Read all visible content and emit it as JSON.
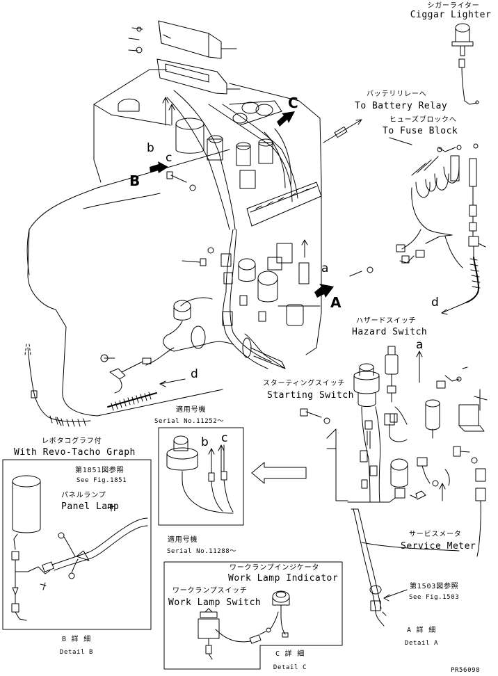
{
  "labels": {
    "cigar_lighter_jp": "シガーライター",
    "cigar_lighter_en": "Ciggar Lighter",
    "battery_relay_jp": "バッテリリレーへ",
    "battery_relay_en": "To Battery Relay",
    "fuse_block_jp": "ヒューズブロックへ",
    "fuse_block_en": "To Fuse Block",
    "hazard_switch_jp": "ハザードスイッチ",
    "hazard_switch_en": "Hazard Switch",
    "starting_switch_jp": "スターティングスイッチ",
    "starting_switch_en": "Starting Switch",
    "service_meter_jp": "サービスメータ",
    "service_meter_en": "Service Meter",
    "serial_jp_1": "適用号機",
    "serial_1": "Serial No.11252～",
    "serial_jp_2": "適用号機",
    "serial_2": "Serial No.11288～",
    "revo_tacho_jp": "レボタコグラフ付",
    "revo_tacho_en": "With Revo-Tacho Graph",
    "fig1851_jp": "第1851図参照",
    "fig1851_en": "See Fig.1851",
    "panel_lamp_jp": "パネルランプ",
    "panel_lamp_en": "Panel Lamp",
    "work_lamp_indicator_jp": "ワークランプインジケータ",
    "work_lamp_indicator_en": "Work Lamp Indicator",
    "work_lamp_switch_jp": "ワークランプスイッチ",
    "work_lamp_switch_en": "Work Lamp Switch",
    "fig1503_jp": "第1503図参照",
    "fig1503_en": "See Fig.1503",
    "detail_b_jp": "B 詳 細",
    "detail_b_en": "Detail B",
    "detail_c_jp": "C 詳 細",
    "detail_c_en": "Detail C",
    "detail_a_jp": "A 詳 細",
    "detail_a_en": "Detail A",
    "drawing_no": "PR56098"
  },
  "letters": {
    "A": "A",
    "B": "B",
    "C": "C",
    "a1": "a",
    "a2": "a",
    "b1": "b",
    "b2": "b",
    "c1": "c",
    "c2": "c",
    "d1": "d",
    "d2": "d"
  }
}
